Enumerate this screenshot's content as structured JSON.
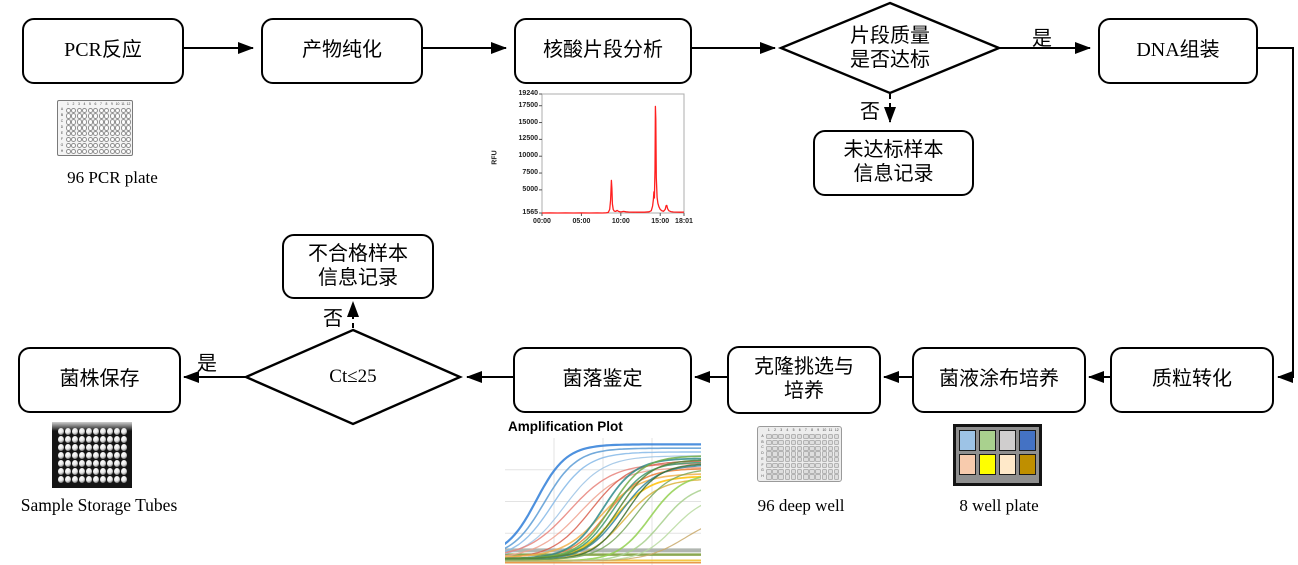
{
  "flowchart": {
    "nodes": {
      "pcr_reaction": "PCR反应",
      "product_purification": "产物纯化",
      "fragment_analysis": "核酸片段分析",
      "quality_decision": [
        "片段质量",
        "是否达标"
      ],
      "substandard_record": [
        "未达标样本",
        "信息记录"
      ],
      "dna_assembly": "DNA组装",
      "plasmid_transformation": "质粒转化",
      "spread_culture": "菌液涂布培养",
      "clone_picking": [
        "克隆挑选与",
        "培养"
      ],
      "colony_identification": "菌落鉴定",
      "ct_decision": "Ct≤25",
      "unqualified_record": [
        "不合格样本",
        "信息记录"
      ],
      "strain_storage": "菌株保存"
    },
    "edge_labels": {
      "yes_top": "是",
      "no_top": "否",
      "yes_bottom": "是",
      "no_bottom": "否"
    }
  },
  "captions": {
    "pcr_plate": "96 PCR plate",
    "storage_tubes": "Sample Storage Tubes",
    "deep_well": "96 deep well",
    "well_plate_8": "8 well plate"
  },
  "chart_data": [
    {
      "id": "fragment_electropherogram",
      "type": "line",
      "title": "",
      "ylabel": "RFU",
      "y_ticks": [
        19240,
        17500,
        15000,
        12500,
        10000,
        7500,
        5000,
        1565
      ],
      "x_ticks": [
        "00:00",
        "05:00",
        "10:00",
        "15:00",
        "18:01"
      ],
      "ylim": [
        1565,
        19240
      ],
      "xlim_seconds": [
        0,
        1081
      ],
      "line_color": "#ff1f1f",
      "grid": false,
      "series": [
        {
          "name": "RFU trace",
          "points": [
            [
              0,
              1565
            ],
            [
              60,
              1575
            ],
            [
              120,
              1565
            ],
            [
              180,
              1575
            ],
            [
              240,
              1565
            ],
            [
              300,
              1575
            ],
            [
              360,
              1565
            ],
            [
              420,
              1575
            ],
            [
              460,
              1570
            ],
            [
              490,
              1590
            ],
            [
              505,
              1650
            ],
            [
              515,
              2100
            ],
            [
              522,
              3500
            ],
            [
              528,
              6400
            ],
            [
              532,
              5200
            ],
            [
              536,
              2900
            ],
            [
              542,
              2100
            ],
            [
              550,
              1850
            ],
            [
              560,
              1800
            ],
            [
              572,
              1950
            ],
            [
              582,
              1800
            ],
            [
              600,
              1720
            ],
            [
              620,
              1800
            ],
            [
              640,
              1740
            ],
            [
              665,
              1700
            ],
            [
              700,
              1680
            ],
            [
              740,
              1700
            ],
            [
              780,
              1690
            ],
            [
              815,
              1750
            ],
            [
              832,
              1900
            ],
            [
              842,
              2600
            ],
            [
              848,
              3600
            ],
            [
              852,
              4700
            ],
            [
              856,
              3800
            ],
            [
              860,
              8000
            ],
            [
              863,
              17400
            ],
            [
              866,
              15500
            ],
            [
              870,
              6800
            ],
            [
              876,
              3900
            ],
            [
              882,
              3000
            ],
            [
              890,
              2500
            ],
            [
              900,
              2100
            ],
            [
              912,
              1900
            ],
            [
              925,
              1820
            ],
            [
              938,
              2100
            ],
            [
              945,
              2650
            ],
            [
              950,
              2700
            ],
            [
              956,
              2200
            ],
            [
              965,
              1900
            ],
            [
              980,
              1780
            ],
            [
              1000,
              1720
            ],
            [
              1025,
              1700
            ],
            [
              1050,
              1680
            ],
            [
              1081,
              1700
            ]
          ]
        }
      ]
    },
    {
      "id": "amplification_plot",
      "type": "line",
      "title": "Amplification Plot",
      "grid": true,
      "grid_color": "#e3e3e3",
      "x_range_frac": [
        0,
        1
      ],
      "y_range_frac": [
        0,
        1
      ],
      "baselines": [
        {
          "color": "#a9afa9",
          "y_frac": 0.115,
          "width": 4
        },
        {
          "color": "#7f9f3f",
          "y_frac": 0.082,
          "width": 2.5
        },
        {
          "color": "#f1c232",
          "y_frac": 0.035,
          "width": 2
        },
        {
          "color": "#e69138",
          "y_frac": 0.018,
          "width": 1.5
        }
      ],
      "curves": [
        {
          "color": "#2f7ed8",
          "mid": 0.16,
          "k": 13,
          "max": 0.95,
          "base": 0.07,
          "w": 2.2
        },
        {
          "color": "#5B9BD5",
          "mid": 0.2,
          "k": 12,
          "max": 0.92,
          "base": 0.06,
          "w": 1.6
        },
        {
          "color": "#85b8e8",
          "mid": 0.24,
          "k": 11,
          "max": 0.89,
          "base": 0.05,
          "w": 1.4
        },
        {
          "color": "#9cc3e5",
          "mid": 0.3,
          "k": 10,
          "max": 0.86,
          "base": 0.05,
          "w": 1.2
        },
        {
          "color": "#e8837a",
          "mid": 0.33,
          "k": 9,
          "max": 0.8,
          "base": 0.06,
          "w": 1.4
        },
        {
          "color": "#f0a28f",
          "mid": 0.38,
          "k": 9,
          "max": 0.77,
          "base": 0.05,
          "w": 1.3
        },
        {
          "color": "#d95f4e",
          "mid": 0.44,
          "k": 10,
          "max": 0.82,
          "base": 0.05,
          "w": 1.3
        },
        {
          "color": "#ED7D31",
          "mid": 0.52,
          "k": 11,
          "max": 0.76,
          "base": 0.05,
          "w": 1.5
        },
        {
          "color": "#f1b04c",
          "mid": 0.49,
          "k": 10,
          "max": 0.72,
          "base": 0.06,
          "w": 1.6
        },
        {
          "color": "#FFC000",
          "mid": 0.56,
          "k": 11,
          "max": 0.7,
          "base": 0.05,
          "w": 1.8
        },
        {
          "color": "#d9b33c",
          "mid": 0.61,
          "k": 11,
          "max": 0.68,
          "base": 0.04,
          "w": 1.4
        },
        {
          "color": "#2e8b8b",
          "mid": 0.5,
          "k": 12,
          "max": 0.84,
          "base": 0.05,
          "w": 1.8
        },
        {
          "color": "#3d9970",
          "mid": 0.55,
          "k": 12,
          "max": 0.81,
          "base": 0.05,
          "w": 1.5
        },
        {
          "color": "#31859B",
          "mid": 0.59,
          "k": 11,
          "max": 0.79,
          "base": 0.04,
          "w": 1.5
        },
        {
          "color": "#70AD47",
          "mid": 0.54,
          "k": 12,
          "max": 0.86,
          "base": 0.05,
          "w": 1.6
        },
        {
          "color": "#548235",
          "mid": 0.58,
          "k": 12,
          "max": 0.83,
          "base": 0.05,
          "w": 1.5
        },
        {
          "color": "#3c6e2f",
          "mid": 0.62,
          "k": 12,
          "max": 0.8,
          "base": 0.04,
          "w": 1.4
        },
        {
          "color": "#7aa85c",
          "mid": 0.67,
          "k": 11,
          "max": 0.76,
          "base": 0.04,
          "w": 1.3
        },
        {
          "color": "#92D050",
          "mid": 0.74,
          "k": 12,
          "max": 0.72,
          "base": 0.03,
          "w": 1.7
        },
        {
          "color": "#a8d08d",
          "mid": 0.8,
          "k": 12,
          "max": 0.64,
          "base": 0.03,
          "w": 1.5
        },
        {
          "color": "#b8dba0",
          "mid": 0.86,
          "k": 12,
          "max": 0.55,
          "base": 0.03,
          "w": 1.3
        },
        {
          "color": "#c9a96a",
          "mid": 0.92,
          "k": 10,
          "max": 0.4,
          "base": 0.03,
          "w": 1.2
        }
      ]
    }
  ],
  "plates": {
    "pcr_plate": {
      "rows": 8,
      "cols": 12,
      "row_labels": "ABCDEFGH"
    },
    "deep_well": {
      "rows": 8,
      "cols": 12,
      "row_labels": "ABCDEFGH"
    },
    "storage_tubes": {
      "rows": 7,
      "cols": 10
    },
    "well_plate_8": {
      "rows": 2,
      "cols": 4,
      "colors": [
        "#9DC3E6",
        "#A9D18E",
        "#D0CECE",
        "#4472C4",
        "#F8CBAD",
        "#FFFF00",
        "#FFE9C9",
        "#BF8F00"
      ]
    }
  }
}
